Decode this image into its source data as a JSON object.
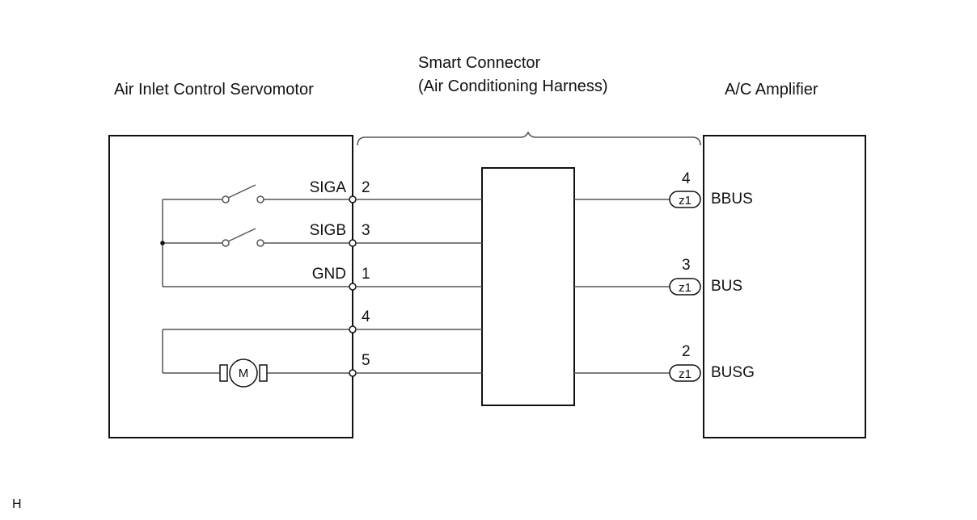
{
  "titles": {
    "servomotor": "Air Inlet Control Servomotor",
    "smart_connector_line1": "Smart Connector",
    "smart_connector_line2": "(Air Conditioning Harness)",
    "amplifier": "A/C Amplifier"
  },
  "servomotor_pins": [
    {
      "name": "SIGA",
      "number": "2"
    },
    {
      "name": "SIGB",
      "number": "3"
    },
    {
      "name": "GND",
      "number": "1"
    },
    {
      "name": "",
      "number": "4"
    },
    {
      "name": "",
      "number": "5"
    }
  ],
  "motor_label": "M",
  "amplifier_pins": [
    {
      "name": "BBUS",
      "number": "4",
      "connector": "z1"
    },
    {
      "name": "BUS",
      "number": "3",
      "connector": "z1"
    },
    {
      "name": "BUSG",
      "number": "2",
      "connector": "z1"
    }
  ],
  "corner_mark": "H",
  "colors": {
    "line": "#111111",
    "wire": "#555555",
    "background": "#ffffff"
  }
}
